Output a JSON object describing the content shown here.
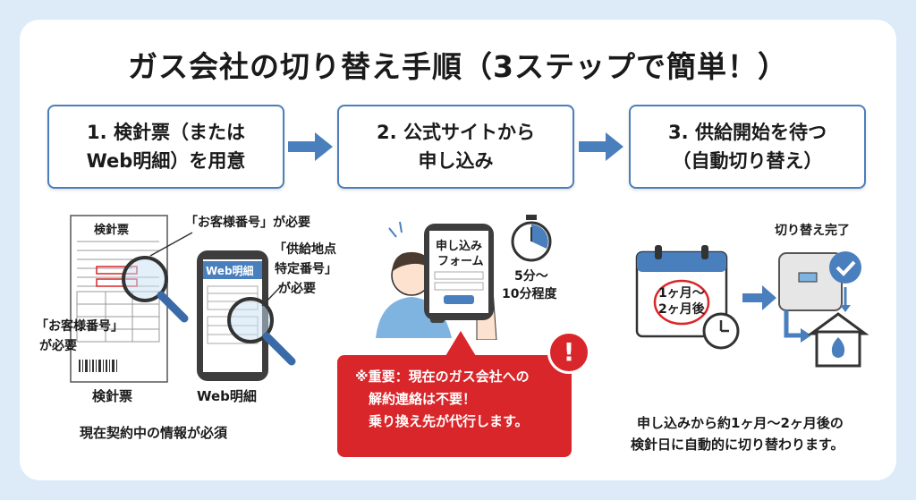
{
  "title": "ガス会社の切り替え手順（3ステップで簡単！）",
  "steps": [
    {
      "line1": "1. 検針票（または",
      "line2": "Web明細）を用意"
    },
    {
      "line1": "2. 公式サイトから",
      "line2": "申し込み"
    },
    {
      "line1": "3. 供給開始を待つ",
      "line2": "（自動切り替え）"
    }
  ],
  "step1": {
    "paper_title": "検針票",
    "callout_top": "「お客様番号」が必要",
    "callout_right_1": "「供給地点",
    "callout_right_2": "特定番号」",
    "callout_right_3": "が必要",
    "callout_left_1": "「お客様番号」",
    "callout_left_2": "が必要",
    "phone_header": "Web明細",
    "caption_paper": "検針票",
    "caption_web": "Web明細",
    "note": "現在契約中の情報が必須"
  },
  "step2": {
    "form_line1": "申し込み",
    "form_line2": "フォーム",
    "time_line1": "5分〜",
    "time_line2": "10分程度",
    "warning_line1": "※重要：現在のガス会社への",
    "warning_line2": "解約連絡は不要！",
    "warning_line3": "乗り換え先が代行します。",
    "warning_mark": "!"
  },
  "step3": {
    "calendar_line1": "1ヶ月〜",
    "calendar_line2": "2ヶ月後",
    "done_label": "切り替え完了",
    "note_line1": "申し込みから約1ヶ月〜2ヶ月後の",
    "note_line2": "検針日に自動的に切り替わります。"
  },
  "colors": {
    "accent": "#4a7fbd",
    "warning": "#d9262a",
    "background": "#dcebf7"
  }
}
